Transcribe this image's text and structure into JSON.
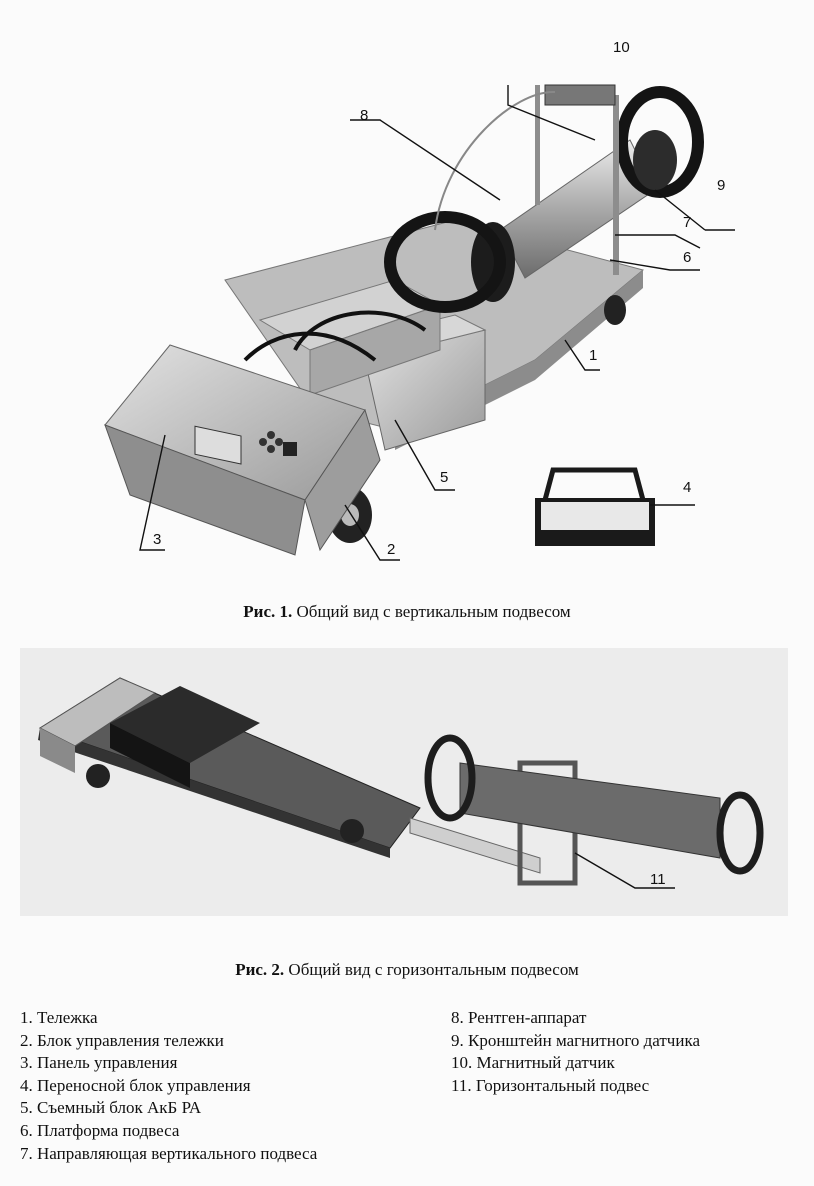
{
  "figure1": {
    "caption_label": "Рис. 1.",
    "caption_text": "Общий вид с вертикальным подвесом",
    "callouts": [
      "1",
      "2",
      "3",
      "4",
      "5",
      "6",
      "7",
      "8",
      "9",
      "10"
    ]
  },
  "figure2": {
    "caption_label": "Рис. 2.",
    "caption_text": "Общий вид с горизонтальным подвесом",
    "callouts": [
      "11"
    ]
  },
  "legend": {
    "left": [
      "1. Тележка",
      "2. Блок управления тележки",
      "3. Панель управления",
      "4. Переносной блок управления",
      "5. Съемный блок АкБ РА",
      "6. Платформа подвеса",
      "7. Направляющая вертикального подвеса"
    ],
    "right": [
      "8. Рентген-аппарат",
      "9. Кронштейн магнитного датчика",
      "10. Магнитный датчик",
      "11. Горизонтальный подвес"
    ]
  },
  "colors": {
    "metal_light": "#c9c9c9",
    "metal_dark": "#7a7a7a",
    "black_part": "#1a1a1a",
    "fig2_background": "#ececec"
  }
}
